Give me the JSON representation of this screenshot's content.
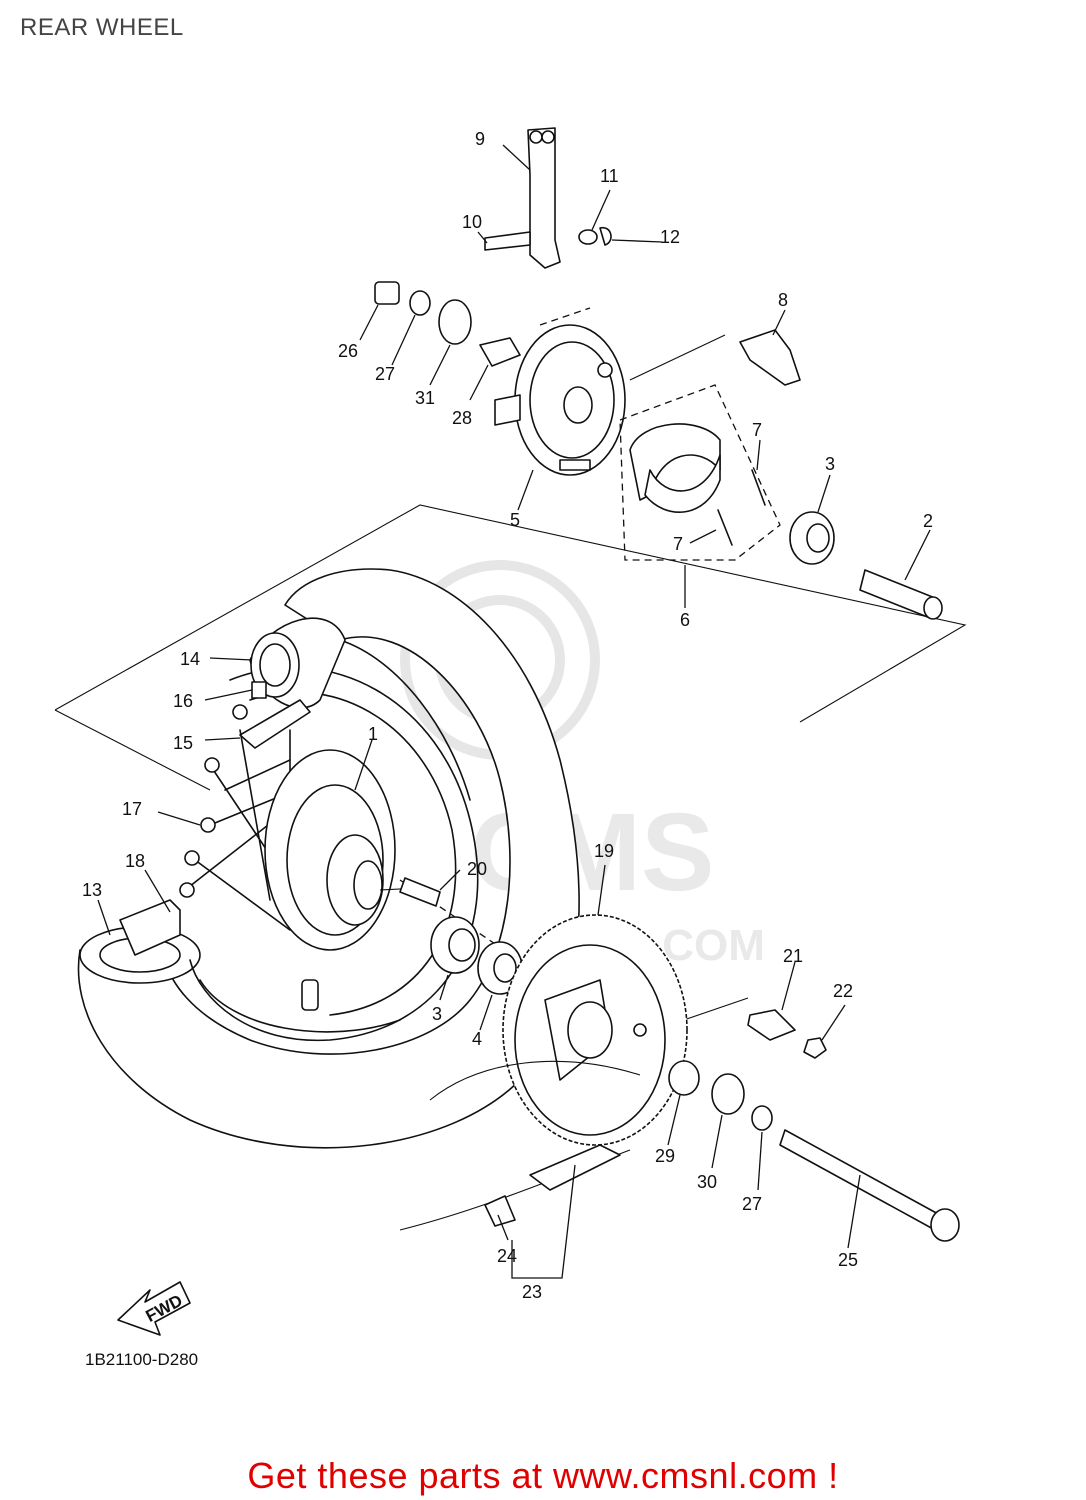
{
  "title": "REAR WHEEL",
  "diagram_code": "1B21100-D280",
  "fwd_label": "FWD",
  "watermark": {
    "brand": "CMS",
    "site": ".COM"
  },
  "promo": "Get these parts at www.cmsnl.com !",
  "callouts": {
    "c1": "1",
    "c2": "2",
    "c3a": "3",
    "c3b": "3",
    "c4": "4",
    "c5": "5",
    "c6": "6",
    "c7a": "7",
    "c7b": "7",
    "c8": "8",
    "c9": "9",
    "c10": "10",
    "c11": "11",
    "c12": "12",
    "c13": "13",
    "c14": "14",
    "c15": "15",
    "c16": "16",
    "c17": "17",
    "c18": "18",
    "c19": "19",
    "c20": "20",
    "c21": "21",
    "c22": "22",
    "c23": "23",
    "c24": "24",
    "c25": "25",
    "c26": "26",
    "c27a": "27",
    "c27b": "27",
    "c28": "28",
    "c29": "29",
    "c30": "30",
    "c31": "31"
  },
  "colors": {
    "promo": "#e00000",
    "line": "#111111",
    "title": "#444444"
  }
}
